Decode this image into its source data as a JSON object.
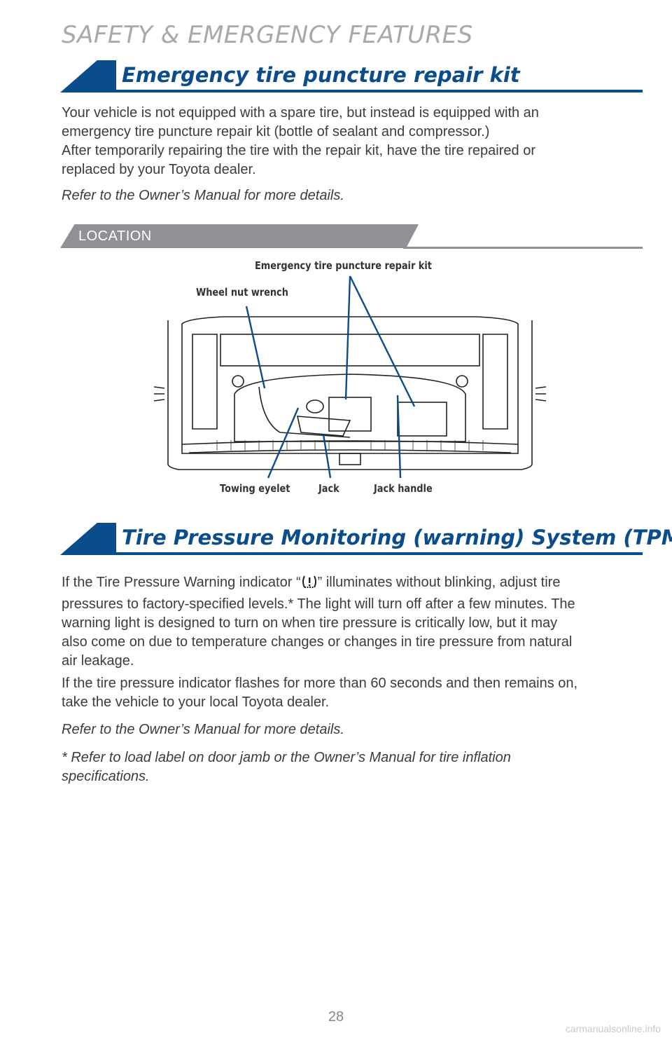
{
  "page": {
    "header": "SAFETY & EMERGENCY FEATURES",
    "page_number": "28",
    "watermark": "carmanualsonline.info"
  },
  "repair_kit": {
    "title": "Emergency tire puncture repair kit",
    "paragraph1_line1": "Your vehicle is not equipped with a spare tire, but instead is equipped with an",
    "paragraph1_line2": "emergency tire puncture repair kit (bottle of sealant and compressor.)",
    "paragraph1_line3": "After temporarily repairing the tire with the repair kit, have the tire repaired or",
    "paragraph1_line4": "replaced by your Toyota dealer.",
    "refer": "Refer to the Owner’s Manual for more details."
  },
  "location": {
    "label": "LOCATION",
    "callouts": {
      "repair_kit": "Emergency tire puncture repair kit",
      "wheel_nut_wrench": "Wheel nut wrench",
      "towing_eyelet": "Towing eyelet",
      "jack": "Jack",
      "jack_handle": "Jack handle"
    }
  },
  "tpms": {
    "title": "Tire Pressure Monitoring (warning) System (TPMS)",
    "para1_prefix": "If the Tire Pressure Warning indicator “",
    "para1_suffix": "” illuminates without blinking, adjust tire",
    "para1_line2": "pressures to factory-specified levels.* The light will turn off after a few minutes. The",
    "para1_line3": "warning light is designed to turn on when tire pressure is critically low, but it may",
    "para1_line4": "also come on due to temperature changes or changes in tire pressure from natural",
    "para1_line5": "air leakage.",
    "para2_line1": "If the tire pressure indicator flashes for more than 60 seconds and then remains on,",
    "para2_line2": "take the vehicle to your local Toyota dealer.",
    "refer": "Refer to the Owner’s Manual for more details.",
    "footnote_line1": "* Refer to load label on door jamb or the Owner’s Manual for tire inflation",
    "footnote_line2": "specifications.",
    "indicator_icon": "tire-pressure-warning-icon"
  },
  "colors": {
    "brand_blue": "#0b4d8a",
    "location_gray": "#8f9196",
    "header_gray": "#a7a9ac"
  }
}
